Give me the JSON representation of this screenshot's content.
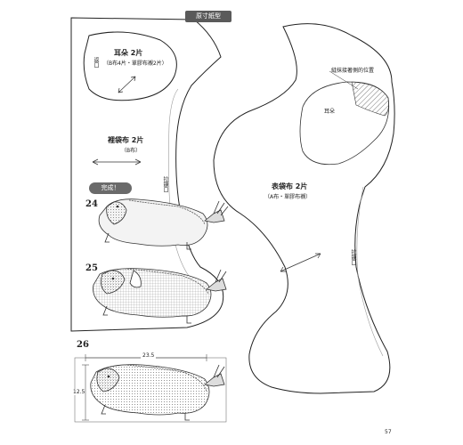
{
  "header": {
    "title": "原寸紙型"
  },
  "pattern_ear": {
    "title": "耳朵 2片",
    "subtitle": "（B布4片・單膠布襯2片）",
    "opening": "返口"
  },
  "pattern_lining": {
    "title": "裡袋布 2片",
    "subtitle": "（B布）",
    "zipper_mark": "拉鍊口"
  },
  "done_badge": "完成！",
  "examples": {
    "n24": "24",
    "n25": "25",
    "n26": "26"
  },
  "dimensions": {
    "width": "23.5",
    "height": "12.5"
  },
  "pattern_outer": {
    "title": "表袋布 2片",
    "subtitle": "（A布・單膠布襯）",
    "ear_position_note": "縫抹接著側的位置",
    "ear_label": "耳朵",
    "zipper_mark": "拉鍊口"
  },
  "footer": {
    "page_number": "57"
  }
}
